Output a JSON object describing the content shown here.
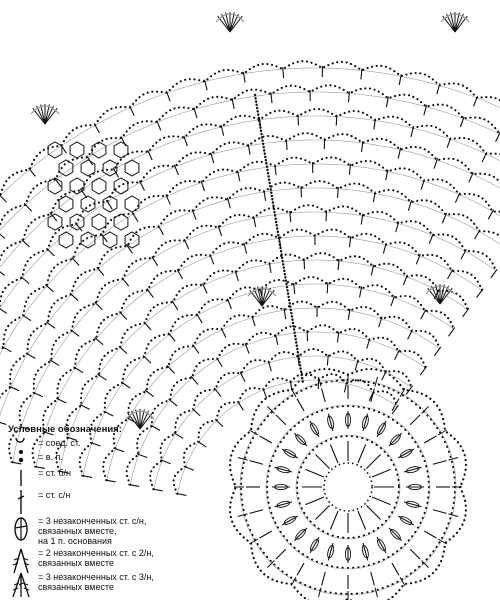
{
  "legend": {
    "title": "Условные обозначения:",
    "items": [
      {
        "symbol": "slip-stitch-icon",
        "label": "= соед. ст."
      },
      {
        "symbol": "chain-stitch-icon",
        "label": "= в. п."
      },
      {
        "symbol": "single-crochet-icon",
        "label": "= ст. б/н"
      },
      {
        "symbol": "double-crochet-icon",
        "label": "= ст. с/н"
      },
      {
        "symbol": "three-dc-cluster-icon",
        "label": "= 3 незаконченных ст. с/н,\nсвязанных вместе,\nна 1 п. основания"
      },
      {
        "symbol": "two-tr-cluster-icon",
        "label": "= 2 незаконченных ст. с 2/н,\nсвязанных вместе"
      },
      {
        "symbol": "three-dtr-cluster-icon",
        "label": "= 3 незаконченных ст. с 3/н,\nсвязанных вместе"
      }
    ]
  },
  "colors": {
    "ink": "#111111",
    "background": "#ffffff"
  }
}
